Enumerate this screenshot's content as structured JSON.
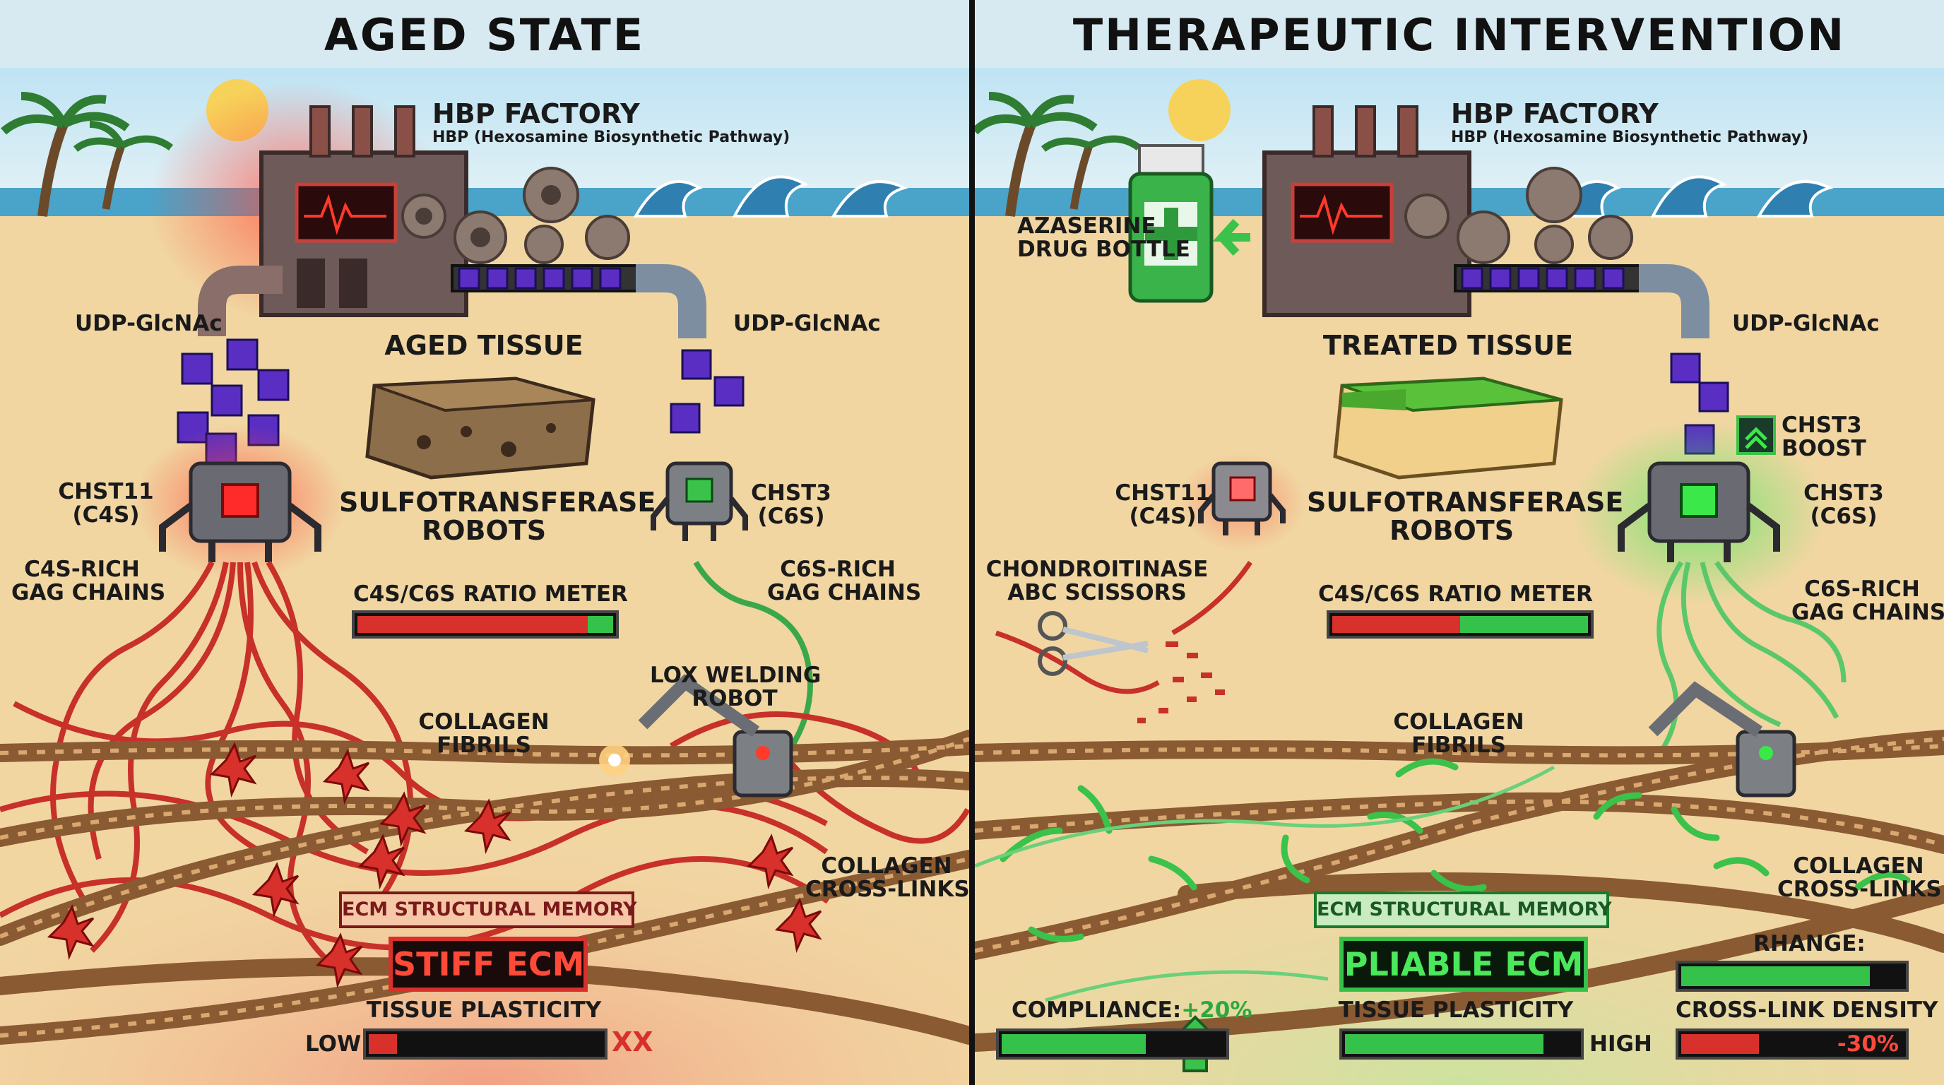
{
  "colors": {
    "aged_red": "#d8302a",
    "treated_green": "#35c24a",
    "sky": "#cde9f5",
    "sand": "#f1d6a2",
    "rope": "#8a5a32"
  },
  "aged": {
    "title": "AGED STATE",
    "factory_title": "HBP FACTORY",
    "factory_sub": "HBP (Hexosamine Biosynthetic Pathway)",
    "udp_left": "UDP-GlcNAc",
    "udp_right": "UDP-GlcNAc",
    "tissue_label": "AGED TISSUE",
    "robots_label": "SULFOTRANSFERASE\nROBOTS",
    "chst11": "CHST11\n(C4S)",
    "chst3": "CHST3\n(C6S)",
    "c4s_chains": "C4S-RICH\nGAG CHAINS",
    "c6s_chains": "C6S-RICH\nGAG CHAINS",
    "ratio_meter_label": "C4S/C6S RATIO METER",
    "ratio_c4s_fraction": 0.9,
    "lox_label": "LOX WELDING\nROBOT",
    "collagen_fibrils": "COLLAGEN\nFIBRILS",
    "crosslinks": "COLLAGEN\nCROSS-LINKS",
    "memory_badge": "ECM STRUCTURAL MEMORY",
    "ecm_state": "STIFF ECM",
    "plasticity_label": "TISSUE PLASTICITY",
    "plasticity_low": "LOW",
    "plasticity_level": 0.12,
    "fail_mark": "XX"
  },
  "treated": {
    "title": "THERAPEUTIC INTERVENTION",
    "factory_title": "HBP FACTORY",
    "factory_sub": "HBP (Hexosamine Biosynthetic Pathway)",
    "drug_label": "AZASERINE\nDRUG BOTTLE",
    "udp_right": "UDP-GlcNAc",
    "tissue_label": "TREATED TISSUE",
    "robots_label": "SULFOTRANSFERASE\nROBOTS",
    "chst11": "CHST11\n(C4S)",
    "chst3": "CHST3\n(C6S)",
    "chst3_boost": "CHST3\nBOOST",
    "scissors_label": "CHONDROITINASE\nABC SCISSORS",
    "c6s_chains": "C6S-RICH\nGAG CHAINS",
    "ratio_meter_label": "C4S/C6S RATIO METER",
    "ratio_c4s_fraction": 0.5,
    "collagen_fibrils": "COLLAGEN\nFIBRILS",
    "crosslinks": "COLLAGEN\nCROSS-LINKS",
    "memory_badge": "ECM STRUCTURAL MEMORY",
    "ecm_state": "PLIABLE ECM",
    "compliance_label": "COMPLIANCE:",
    "compliance_value": "+20%",
    "compliance_level": 0.65,
    "plasticity_label": "TISSUE PLASTICITY",
    "plasticity_high": "HIGH",
    "plasticity_level": 0.85,
    "change_label": "RHANGE:",
    "change_level": 0.85,
    "crosslink_density_label": "CROSS-LINK DENSITY",
    "crosslink_density_value": "-30%",
    "crosslink_density_level": 0.35
  }
}
